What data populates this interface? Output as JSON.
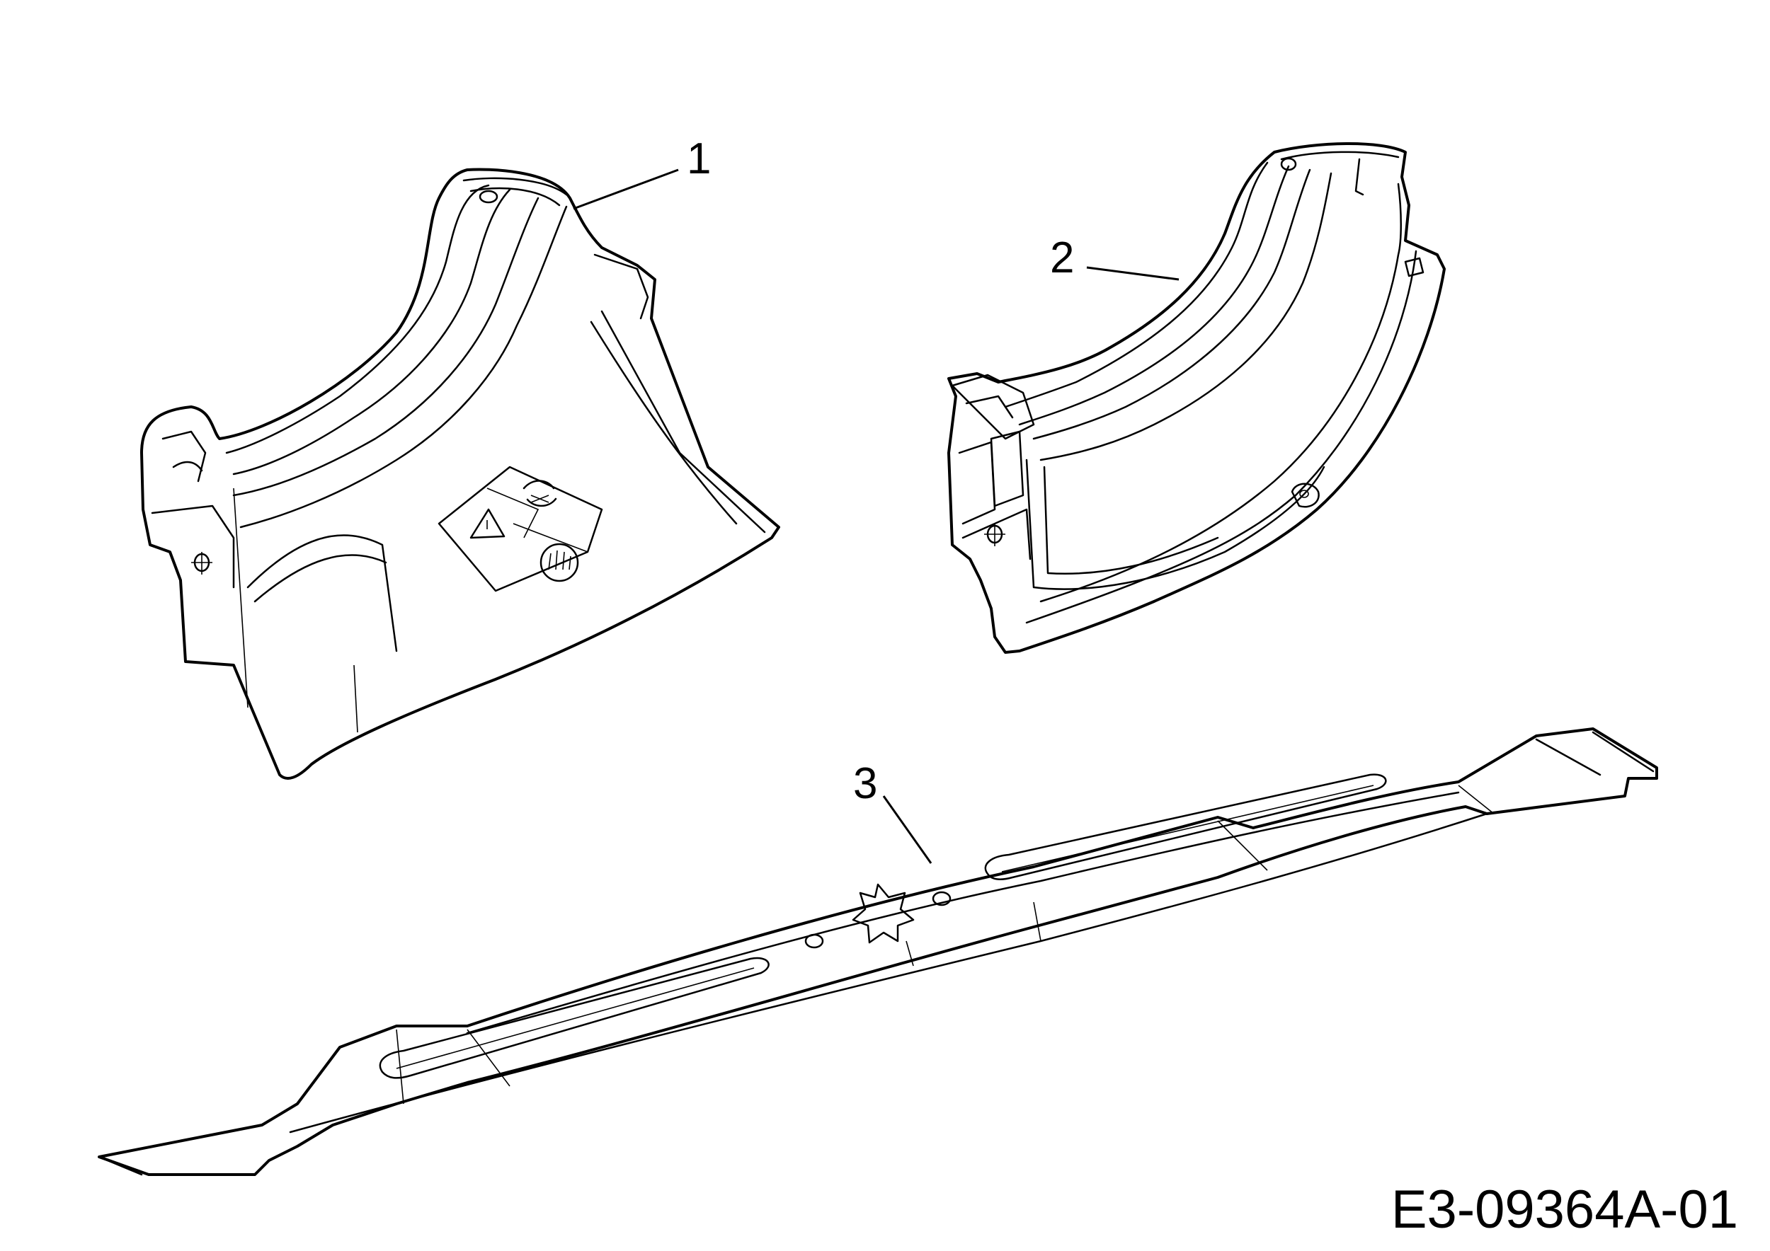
{
  "callouts": [
    {
      "number": "1",
      "part": "mulching-cover"
    },
    {
      "number": "2",
      "part": "mulching-insert"
    },
    {
      "number": "3",
      "part": "blade"
    }
  ],
  "drawing_id": "E3-09364A-01",
  "colors": {
    "line": "#000000",
    "background": "#ffffff"
  },
  "icons": [
    "warning-triangle-icon",
    "hand-hazard-icon",
    "rotation-arrows-icon"
  ]
}
